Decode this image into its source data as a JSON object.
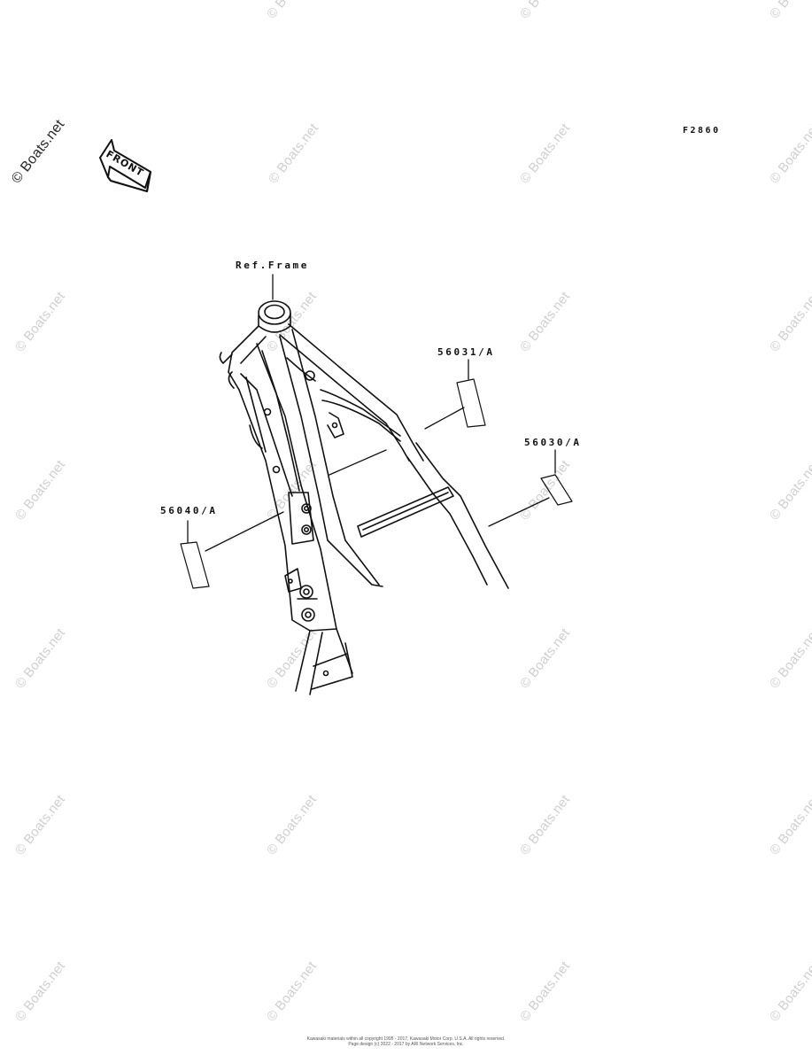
{
  "figure_code": "F2860",
  "front_label": "FRONT",
  "watermark": "© Boats.net",
  "labels": {
    "ref_frame": "Ref.Frame",
    "part_56031": "56031/A",
    "part_56030": "56030/A",
    "part_56040": "56040/A"
  },
  "footer": {
    "line1": "Kawasaki materials within all copyright 1995 - 2017, Kawasaki Motor Corp. U.S.A. All rights reserved.",
    "line2": "Page design (c) 2022 - 2017 by ARI Network Services, Inc."
  },
  "colors": {
    "ink": "#111111",
    "watermark": "#cfcfcf"
  }
}
